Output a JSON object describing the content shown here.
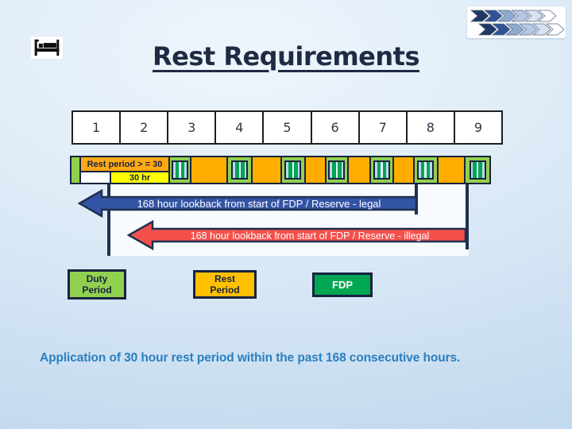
{
  "slide_title": "Rest Requirements",
  "footer_note": "Application of 30 hour rest period within the past 168 consecutive hours.",
  "timeline": {
    "day_labels": [
      "1",
      "2",
      "3",
      "4",
      "5",
      "6",
      "7",
      "8",
      "9"
    ],
    "rest_period_label": "Rest period > = 30",
    "rest_hours_label": "30 hr",
    "segments": [
      {
        "type": "duty",
        "w": 12
      },
      {
        "type": "rest-labeled",
        "w": 113
      },
      {
        "type": "duty-fdp",
        "w": 27
      },
      {
        "type": "rest",
        "w": 47
      },
      {
        "type": "duty-fdp",
        "w": 31
      },
      {
        "type": "rest",
        "w": 37
      },
      {
        "type": "duty-fdp",
        "w": 30
      },
      {
        "type": "rest",
        "w": 26
      },
      {
        "type": "duty-fdp",
        "w": 29
      },
      {
        "type": "rest",
        "w": 28
      },
      {
        "type": "duty-fdp",
        "w": 29
      },
      {
        "type": "rest",
        "w": 26
      },
      {
        "type": "duty-fdp",
        "w": 30
      },
      {
        "type": "rest",
        "w": 35
      },
      {
        "type": "duty-fdp",
        "w": 30
      }
    ]
  },
  "arrows": {
    "legal_label": "168 hour lookback from start of FDP / Reserve - legal",
    "illegal_label": "168 hour lookback from start of FDP / Reserve - illegal"
  },
  "legend": {
    "duty_label": "Duty Period",
    "rest_label": "Rest Period",
    "fdp_label": "FDP"
  },
  "icons": {
    "bed": "hotel-bed-icon",
    "chevrons": "chevron-stream-decoration"
  },
  "colors": {
    "duty_green": "#92D050",
    "rest_orange": "#FFAE00",
    "rest_label_orange": "#FFA913",
    "rest_legend_orange": "#FFC000",
    "fdp_green": "#00A651",
    "highlight_yellow": "#FFFF00",
    "legal_arrow_blue": "#3353A4",
    "illegal_arrow_red": "#F5504B",
    "line_navy": "#1F3050",
    "title_navy": "#1F2A44",
    "footer_blue": "#2A7FC1",
    "fdp_stripes": [
      "#BDD7EE",
      "#00A651",
      "#EAF5FF",
      "#00A651",
      "#BDD7EE"
    ],
    "chevron_shades": [
      "#1F3864",
      "#2F5496",
      "#8FAAD0",
      "#B4C7E7",
      "#D9E2F3",
      "#FFFFFF"
    ]
  }
}
